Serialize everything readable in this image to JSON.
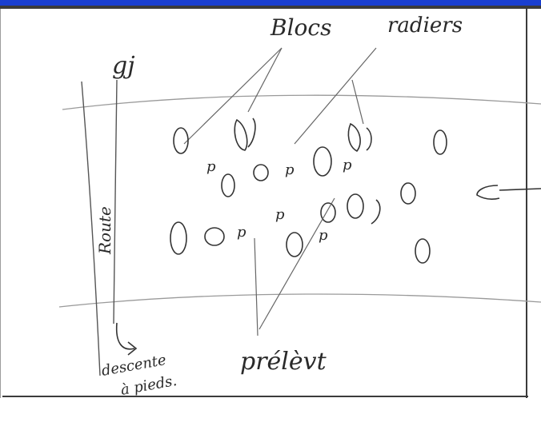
{
  "sketch": {
    "label_blocs": "Blocs",
    "label_radiers": "radiers",
    "label_route": "Route",
    "label_descente": "descente",
    "label_a_pieds": "à pieds.",
    "label_prelevt": "prélèvt",
    "label_top": "gj",
    "colors": {
      "ink": "#2a2a2a",
      "pencil": "#7a7a7a",
      "top_bar": "#1a3fd0",
      "border": "#3b3b3b"
    }
  }
}
